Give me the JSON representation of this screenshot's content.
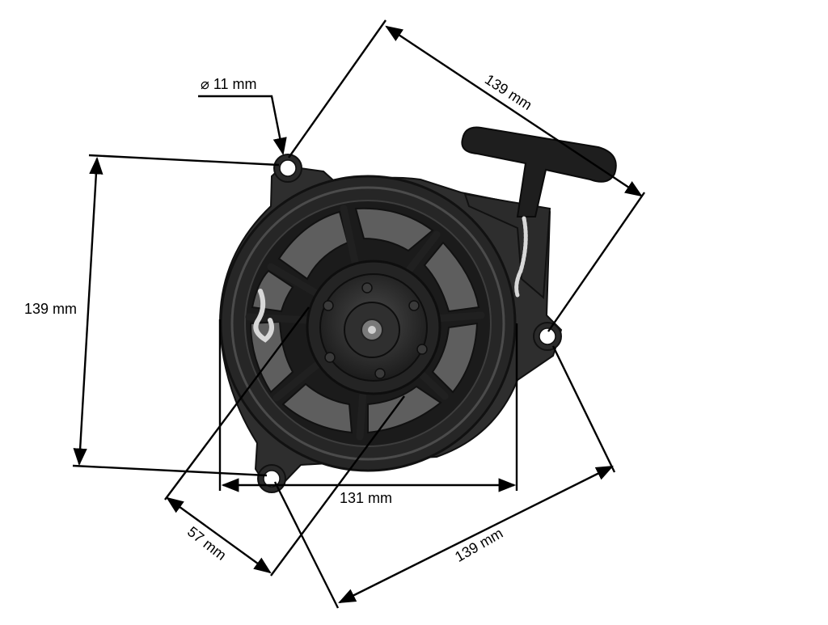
{
  "dimensions": {
    "hole_diameter": "⌀ 11 mm",
    "top_diagonal": "139 mm",
    "left_height": "139 mm",
    "width": "131 mm",
    "offset": "57 mm",
    "bottom_diagonal": "139 mm"
  },
  "colors": {
    "part": "#2a2a2a",
    "part_dark": "#141414",
    "part_highlight": "#5a5a5a",
    "rope": "#d8d8d8",
    "dimension_line": "#000000",
    "background": "#ffffff"
  }
}
